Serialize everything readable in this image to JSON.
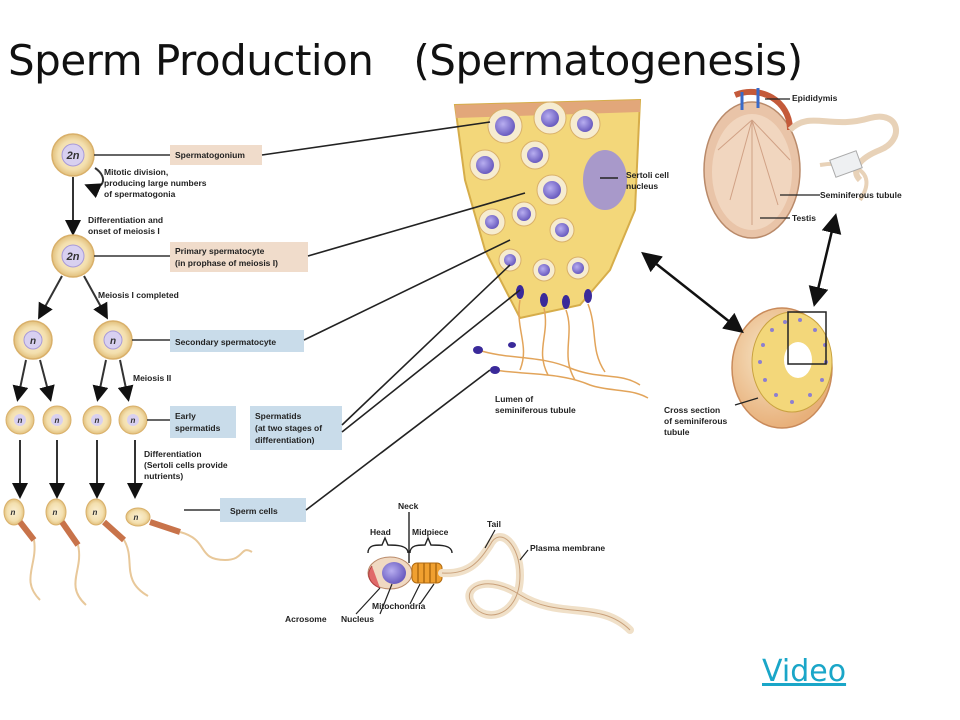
{
  "slide": {
    "title_part1": "Sperm Production",
    "title_part2": "(Spermatogenesis)",
    "video_link": "Video"
  },
  "diagram": {
    "cells": {
      "diploid": "2n",
      "haploid": "n"
    },
    "stage_labels": {
      "spermatogonium": "Spermatogonium",
      "primary_1": "Primary spermatocyte",
      "primary_2": "(in prophase of meiosis I)",
      "secondary": "Secondary spermatocyte",
      "early_1": "Early",
      "early_2": "spermatids",
      "spermatids_1": "Spermatids",
      "spermatids_2": "(at two stages of",
      "spermatids_3": "differentiation)",
      "sperm_cells": "Sperm cells"
    },
    "process_labels": {
      "mitotic_1": "Mitotic division,",
      "mitotic_2": "producing large numbers",
      "mitotic_3": "of spermatogonia",
      "diff_1": "Differentiation and",
      "diff_2": "onset of meiosis I",
      "meiosis1": "Meiosis I completed",
      "meiosis2": "Meiosis II",
      "diff2_1": "Differentiation",
      "diff2_2": "(Sertoli cells provide",
      "diff2_3": "nutrients)"
    },
    "tissue_labels": {
      "sertoli_1": "Sertoli cell",
      "sertoli_2": "nucleus",
      "lumen_1": "Lumen of",
      "lumen_2": "seminiferous tubule"
    },
    "testis_labels": {
      "epididymis": "Epididymis",
      "seminiferous": "Seminiferous tubule",
      "testis": "Testis",
      "cross_1": "Cross section",
      "cross_2": "of seminiferous",
      "cross_3": "tubule"
    },
    "sperm_labels": {
      "neck": "Neck",
      "head": "Head",
      "midpiece": "Midpiece",
      "tail": "Tail",
      "plasma": "Plasma membrane",
      "acrosome": "Acrosome",
      "nucleus": "Nucleus",
      "mitochondria": "Mitochondria"
    },
    "colors": {
      "cell_fill": "#f6e3b4",
      "cell_ring": "#e8c98a",
      "tissue": "#f3d77a",
      "tissue_nucleus": "#8d7fd0",
      "label_box": "#f0dccb",
      "label_box_blue": "#c9dcea",
      "midpiece": "#c8734a",
      "video_link": "#1aa6c8"
    }
  }
}
